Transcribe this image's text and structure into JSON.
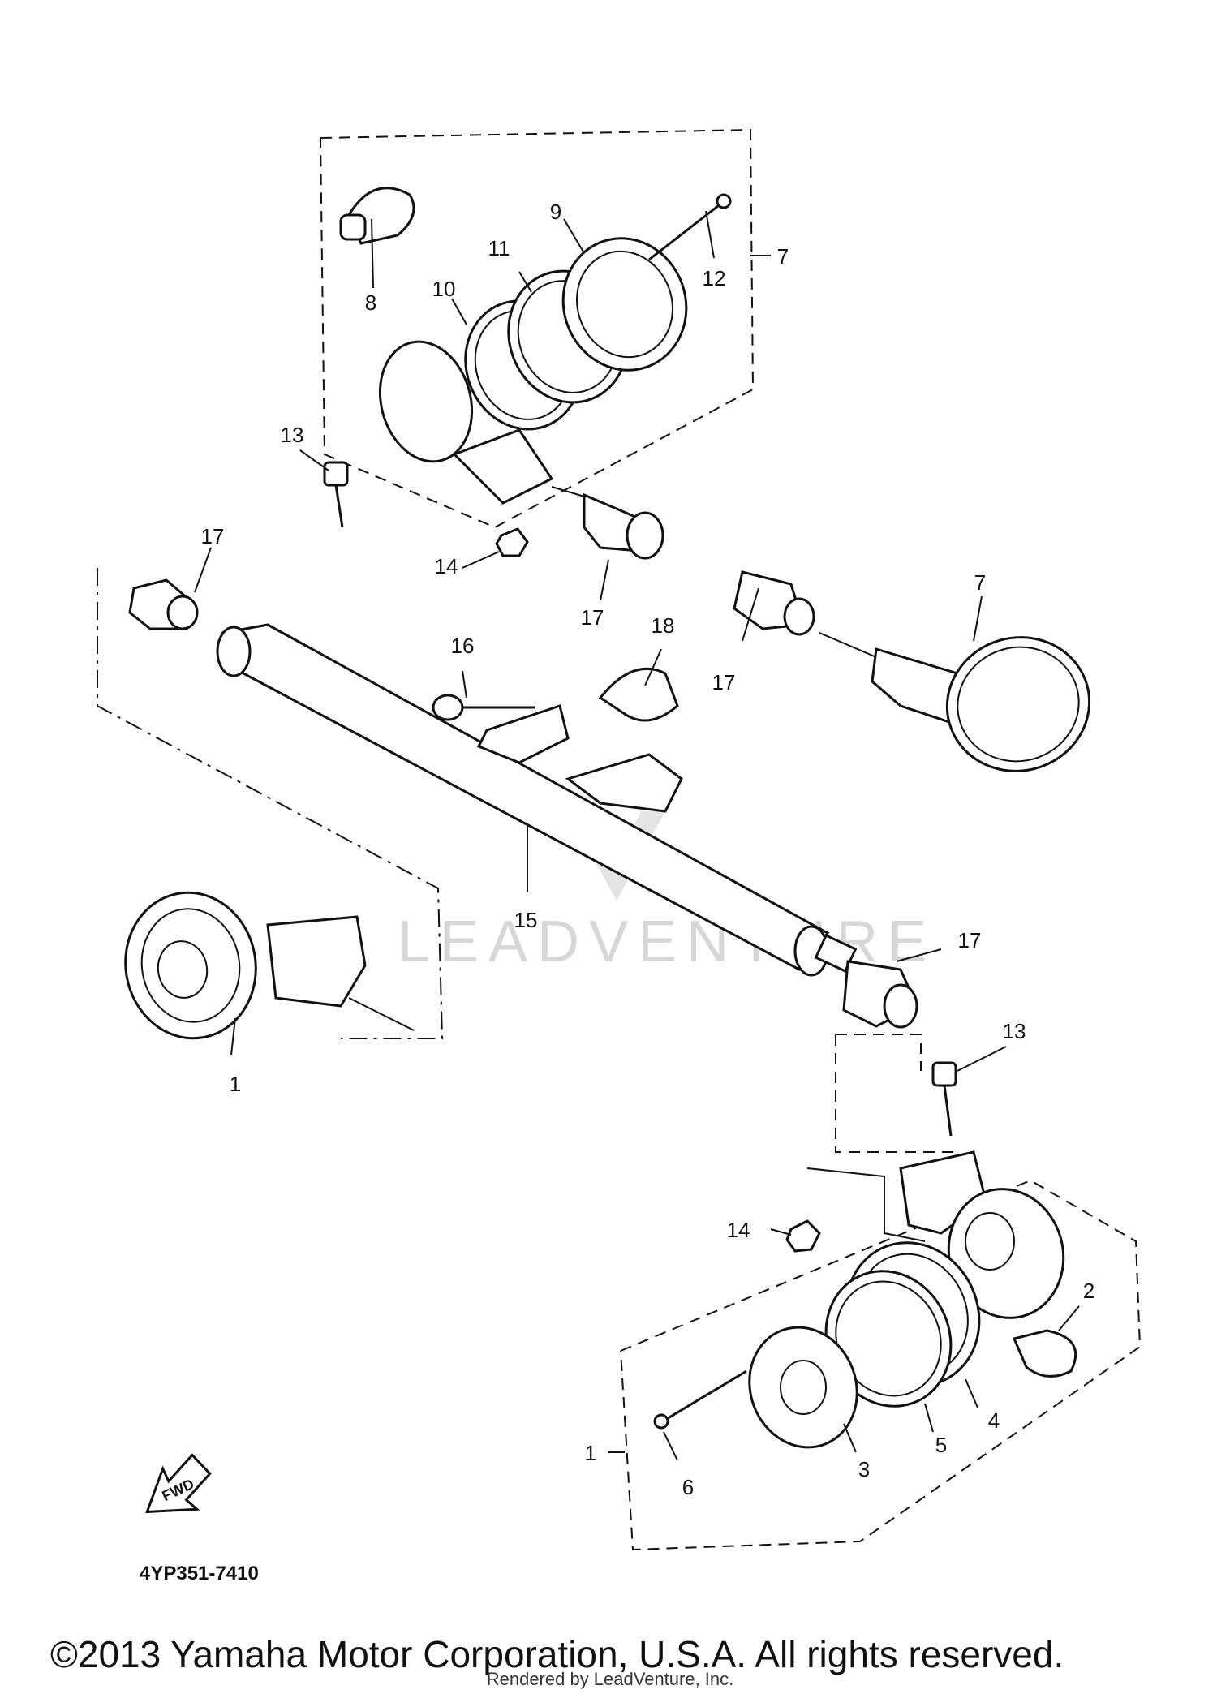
{
  "diagram": {
    "part_code": "4YP351-7410",
    "fwd_label": "FWD",
    "watermark": "LEADVENTURE",
    "copyright": "©2013 Yamaha Motor Corporation, U.S.A. All rights reserved.",
    "rendered_by": "Rendered by LeadVenture, Inc.",
    "callouts": [
      "1",
      "1",
      "2",
      "3",
      "4",
      "5",
      "6",
      "7",
      "7",
      "8",
      "9",
      "10",
      "11",
      "12",
      "13",
      "13",
      "14",
      "14",
      "15",
      "16",
      "17",
      "17",
      "17",
      "17",
      "17",
      "18"
    ]
  }
}
